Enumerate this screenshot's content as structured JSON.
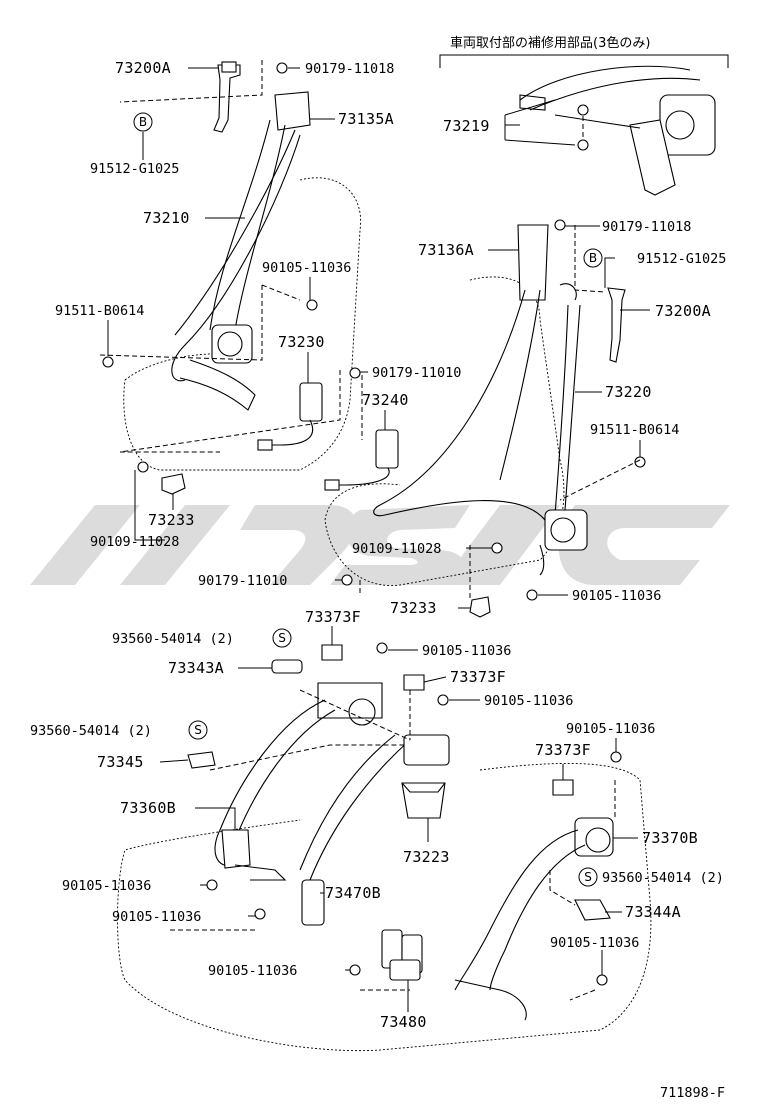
{
  "diagram": {
    "header_note": "車両取付部の補修用部品(3色のみ)",
    "figure_code": "711898-F",
    "circle_symbols": {
      "b": "B",
      "s": "S"
    },
    "labels": {
      "p73200A_top": "73200A",
      "p90179_11018_top": "90179-11018",
      "p73135A": "73135A",
      "p91512_G1025_top": "91512-G1025",
      "p73210": "73210",
      "p90105_11036_a": "90105-11036",
      "p91511_B0614_left": "91511-B0614",
      "p73230": "73230",
      "p90179_11010_mid": "90179-11010",
      "p73240": "73240",
      "p73233_left": "73233",
      "p90109_11028_left": "90109-11028",
      "p73219": "73219",
      "p90179_11018_right": "90179-11018",
      "p73136A": "73136A",
      "p91512_G1025_right": "91512-G1025",
      "p73200A_right": "73200A",
      "p73220": "73220",
      "p91511_B0614_right": "91511-B0614",
      "p90109_11028_mid": "90109-11028",
      "p90179_11010_low": "90179-11010",
      "p73233_mid": "73233",
      "p90105_11036_b": "90105-11036",
      "p73373F_a": "73373F",
      "p93560_54014_a": "93560-54014 (2)",
      "p90105_11036_c": "90105-11036",
      "p73343A": "73343A",
      "p73373F_b": "73373F",
      "p90105_11036_d": "90105-11036",
      "p93560_54014_b": "93560-54014 (2)",
      "p90105_11036_e": "90105-11036",
      "p73345": "73345",
      "p73373F_c": "73373F",
      "p73360B": "73360B",
      "p73370B": "73370B",
      "p73223": "73223",
      "p93560_54014_c": "93560-54014 (2)",
      "p90105_11036_f": "90105-11036",
      "p73470B": "73470B",
      "p90105_11036_g": "90105-11036",
      "p73344A": "73344A",
      "p90105_11036_h": "90105-11036",
      "p90105_11036_i": "90105-11036",
      "p73480": "73480"
    }
  }
}
